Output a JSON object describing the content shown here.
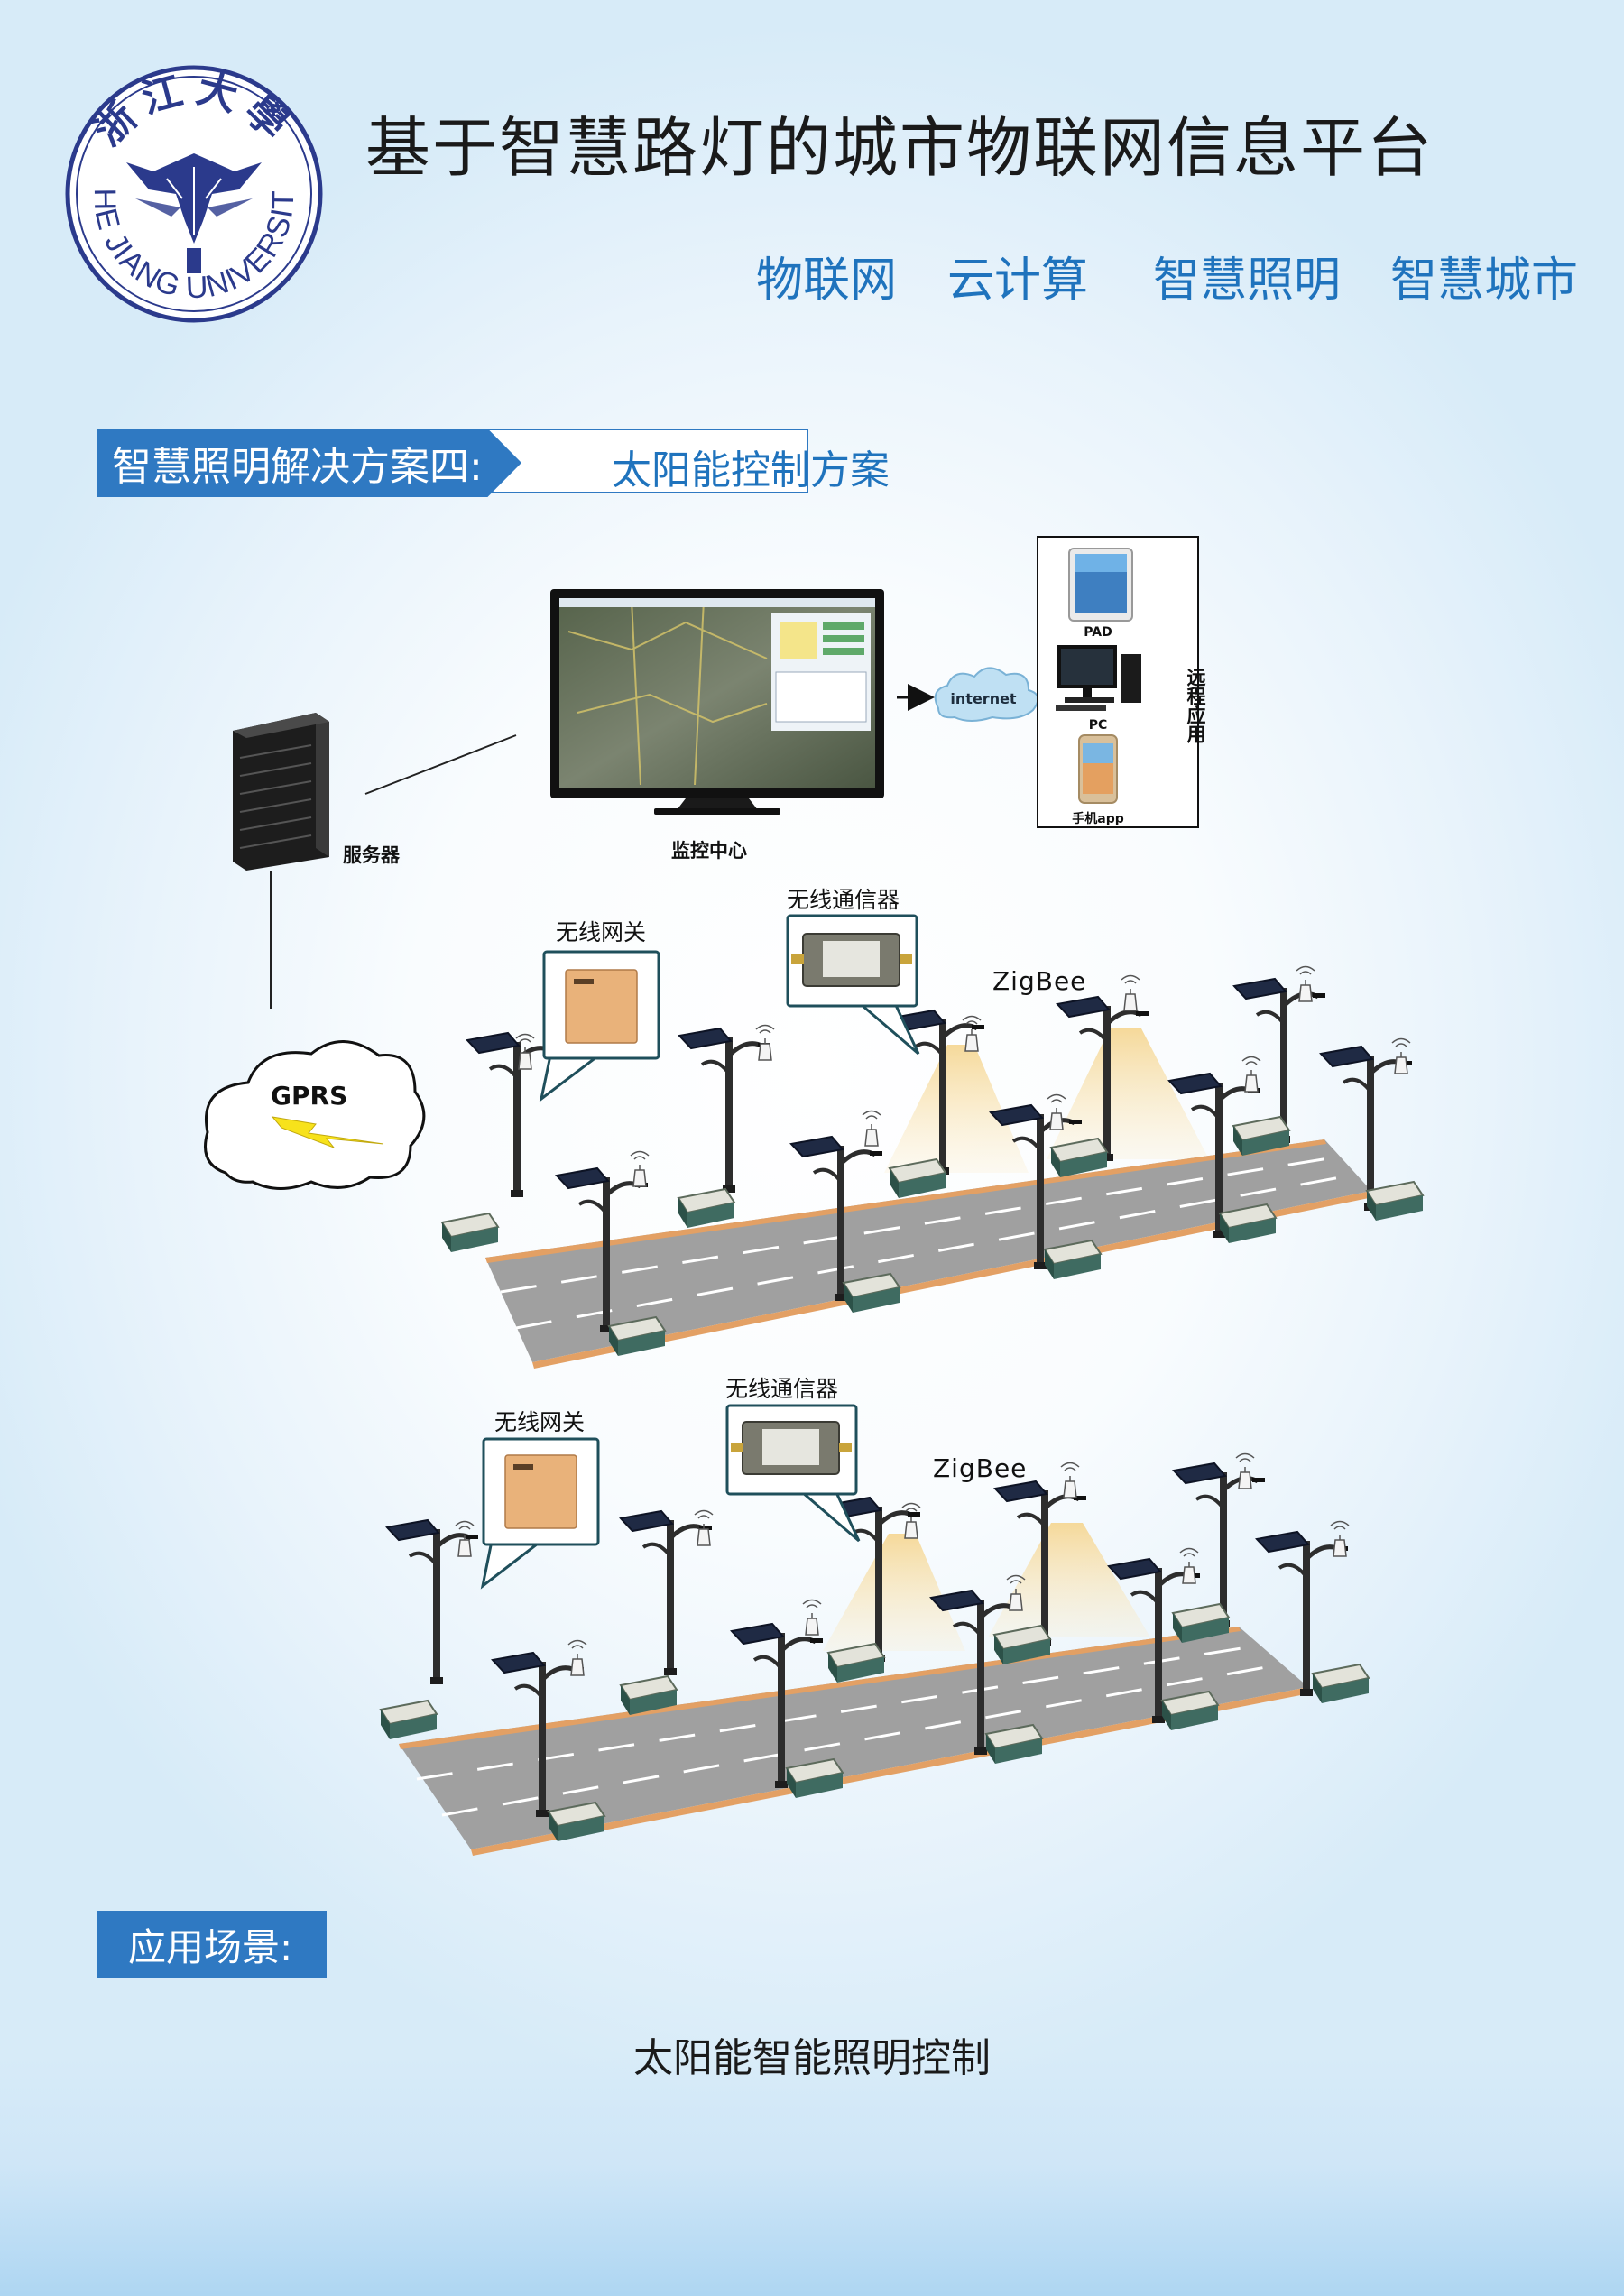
{
  "logo": {
    "text_top": "浙江大學",
    "text_bottom": "ZHE JIANG UNIVERSITY",
    "color": "#2b3a8c"
  },
  "title": "基于智慧路灯的城市物联网信息平台",
  "keywords": [
    "物联网",
    "云计算",
    "智慧照明",
    "智慧城市"
  ],
  "section": {
    "label": "智慧照明解决方案四:",
    "name": "太阳能控制方案"
  },
  "diagram": {
    "server_label": "服务器",
    "monitor_label": "监控中心",
    "internet_label": "internet",
    "devices": [
      {
        "label": "PAD"
      },
      {
        "label": "PC"
      },
      {
        "label": "手机app"
      }
    ],
    "remote_label": "远程应用",
    "gprs_label": "GPRS",
    "scene1": {
      "gateway_label": "无线网关",
      "communicator_label": "无线通信器",
      "protocol_label": "ZigBee"
    },
    "scene2": {
      "gateway_label": "无线网关",
      "communicator_label": "无线通信器",
      "protocol_label": "ZigBee"
    }
  },
  "application": {
    "label": "应用场景:",
    "scenario": "太阳能智能照明控制"
  },
  "colors": {
    "accent": "#2f79c2",
    "keyword": "#1f73bd",
    "road": "#9a9a9a",
    "lamp_glow": "#f7deaa"
  }
}
